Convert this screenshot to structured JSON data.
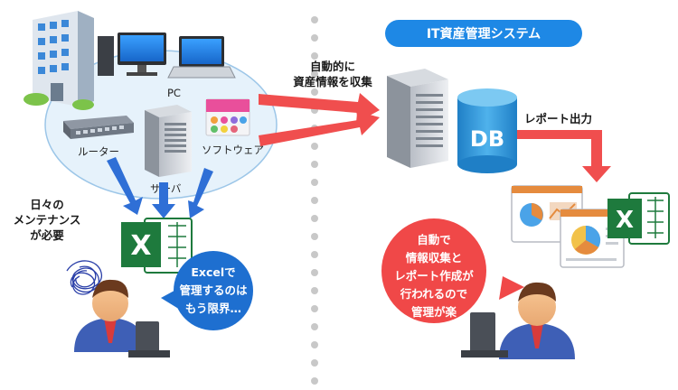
{
  "system_title": "IT資産管理システム",
  "devices": {
    "pc": "PC",
    "router": "ルーター",
    "server": "サーバ",
    "software": "ソフトウェア"
  },
  "arrow_collect": [
    "自動的に",
    "資産情報を収集"
  ],
  "db_label": "DB",
  "report_output": "レポート出力",
  "maintenance_note": [
    "日々の",
    "メンテナンス",
    "が必要"
  ],
  "left_bubble": [
    "Excelで",
    "管理するのは",
    "もう限界…"
  ],
  "right_bubble": [
    "自動で",
    "情報収集と",
    "レポート作成が",
    "行われるので",
    "管理が楽"
  ],
  "colors": {
    "title_bg": "#1e88e5",
    "arrow_red": "#f04e4e",
    "arrow_blue": "#2f6fd6",
    "left_bubble": "#1e6fd0",
    "right_bubble": "#f04848",
    "cloud_fill": "#e6f2fb",
    "cloud_stroke": "#9cc6e8",
    "excel_green": "#1e7a3d",
    "db_blue": "#2c8fd0"
  },
  "icons": [
    "building-icon",
    "desktop-pc-icon",
    "laptop-pc-icon",
    "router-icon",
    "server-icon",
    "software-icon",
    "excel-icon",
    "database-icon",
    "report-icon",
    "user-icon",
    "tangle-icon"
  ]
}
